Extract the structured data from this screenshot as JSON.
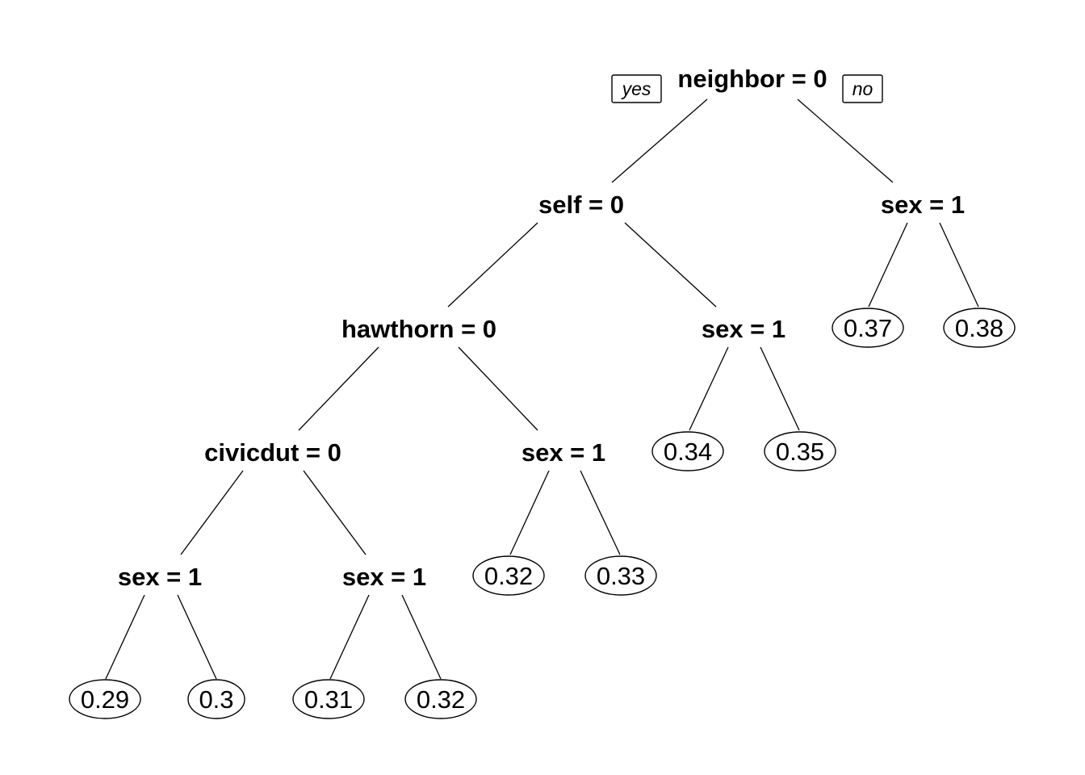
{
  "tree": {
    "branch_labels": {
      "left": "yes",
      "right": "no"
    },
    "splits": {
      "root": "neighbor = 0",
      "self": "self = 0",
      "sex_neighbor": "sex = 1",
      "hawthorn": "hawthorn = 0",
      "sex_self": "sex = 1",
      "civicdut": "civicdut = 0",
      "sex_hawthorn": "sex = 1",
      "sex_civic_left": "sex = 1",
      "sex_civic_right": "sex = 1"
    },
    "leaves": {
      "l_029": "0.29",
      "l_030": "0.3",
      "l_031": "0.31",
      "l_032a": "0.32",
      "l_032b": "0.32",
      "l_033": "0.33",
      "l_034": "0.34",
      "l_035": "0.35",
      "l_037": "0.37",
      "l_038": "0.38"
    }
  }
}
